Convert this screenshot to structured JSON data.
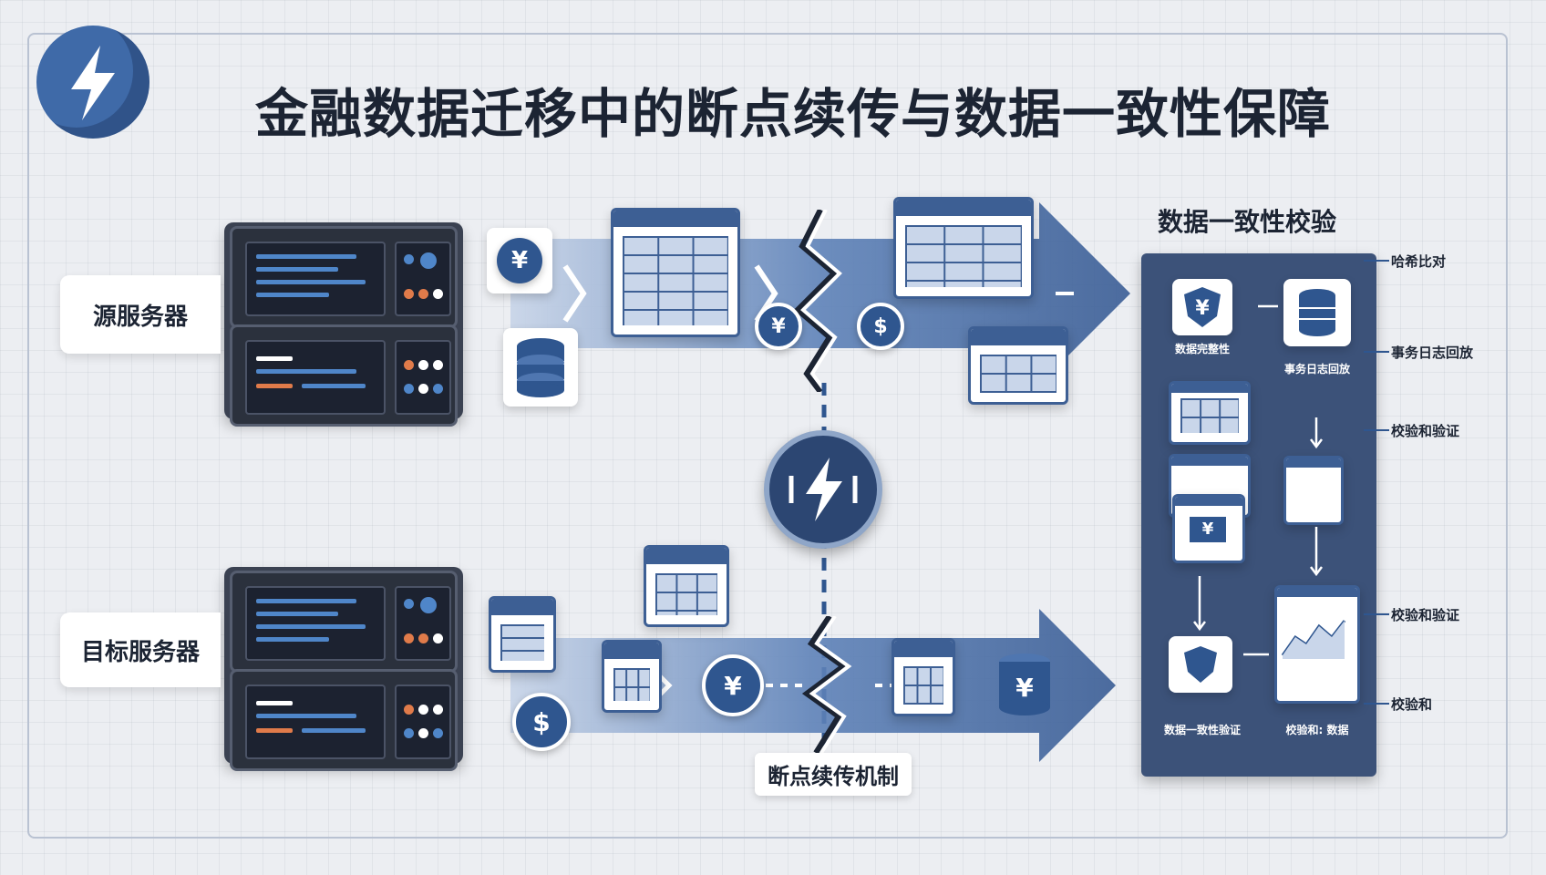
{
  "title": "金融数据迁移中的断点续传与数据一致性保障",
  "source_server_label": "源服务器",
  "target_server_label": "目标服务器",
  "mechanism_label": "断点续传机制",
  "consistency_title": "数据一致性校验",
  "currency_symbol": "¥",
  "dollar_symbol": "$",
  "panel_items": [
    {
      "label": "数据完整性"
    },
    {
      "label": "事务日志回放"
    },
    {
      "label": "数据一致性验证"
    },
    {
      "label": "校验和: 数据"
    }
  ],
  "side_items": [
    {
      "title": "哈希比对"
    },
    {
      "title": "事务日志回放"
    },
    {
      "title": "校验和验证"
    },
    {
      "title": "校验和验证"
    },
    {
      "title": "校验和"
    }
  ],
  "colors": {
    "primary": "#2f568f",
    "dark": "#1c2433",
    "panel": "#3c5279",
    "accent_orange": "#e07b4a",
    "accent_blue": "#4f86c9"
  }
}
